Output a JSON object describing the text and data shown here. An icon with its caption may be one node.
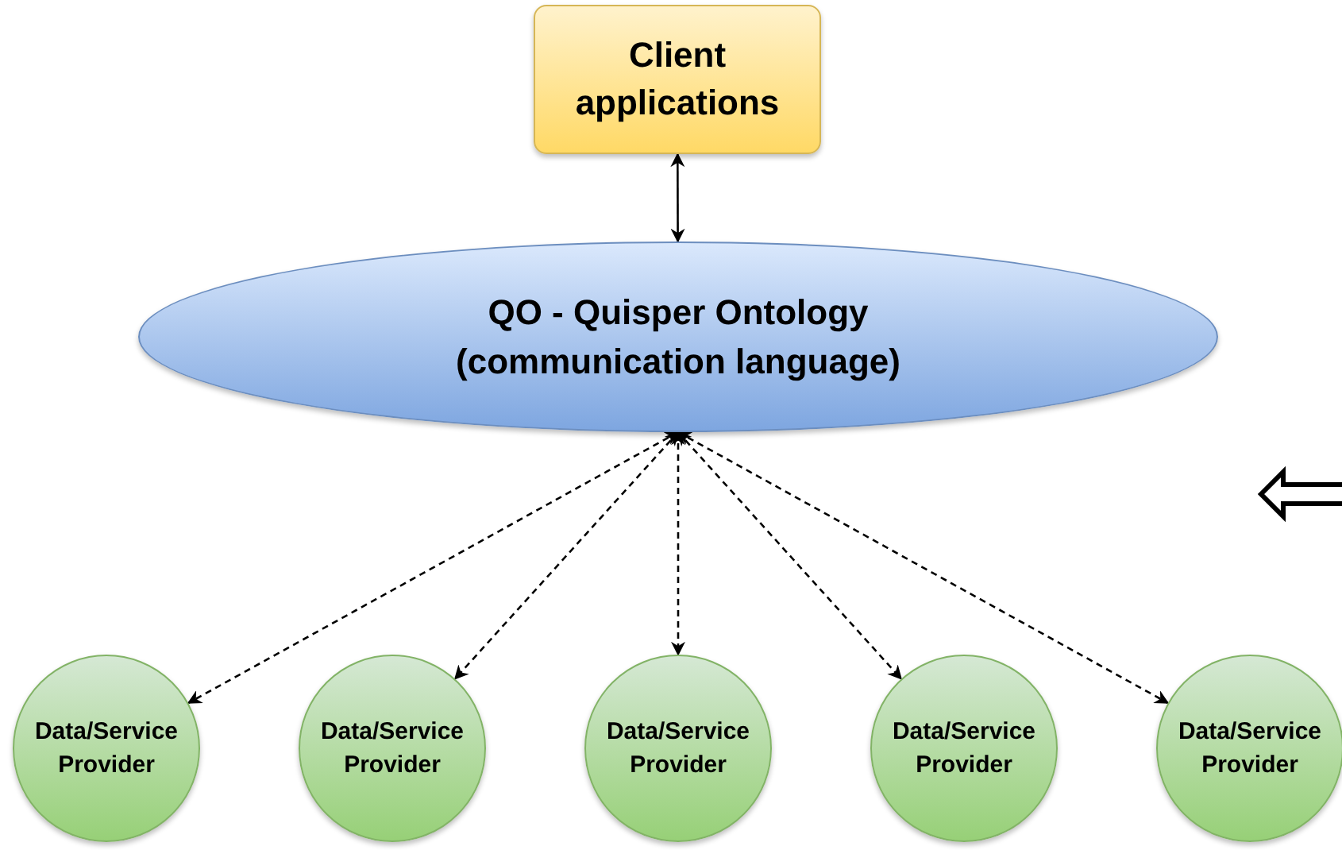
{
  "diagram": {
    "nodes": [
      {
        "text": [
          "Client applications"
        ]
      },
      {
        "text": [
          "QO - Quisper Ontology (communication language)"
        ]
      },
      {
        "text": [
          "Data/Service Provider"
        ]
      },
      {
        "text": [
          "Data/Service Provider"
        ]
      },
      {
        "text": [
          "Data/Service Provider"
        ]
      },
      {
        "text": [
          "Data/Service Provider"
        ]
      },
      {
        "text": [
          "Data/Service Provider"
        ]
      }
    ],
    "edges": [
      {
        "from": 0,
        "to": 1,
        "arrow": "both"
      },
      {
        "from": 1,
        "to": 2,
        "arrow": "both",
        "style": "dashed"
      },
      {
        "from": 1,
        "to": 3,
        "arrow": "both",
        "style": "dashed"
      },
      {
        "from": 1,
        "to": 4,
        "arrow": "both",
        "style": "dashed"
      },
      {
        "from": 1,
        "to": 5,
        "arrow": "both",
        "style": "dashed"
      },
      {
        "from": 1,
        "to": 6,
        "arrow": "both",
        "style": "dashed"
      }
    ]
  }
}
